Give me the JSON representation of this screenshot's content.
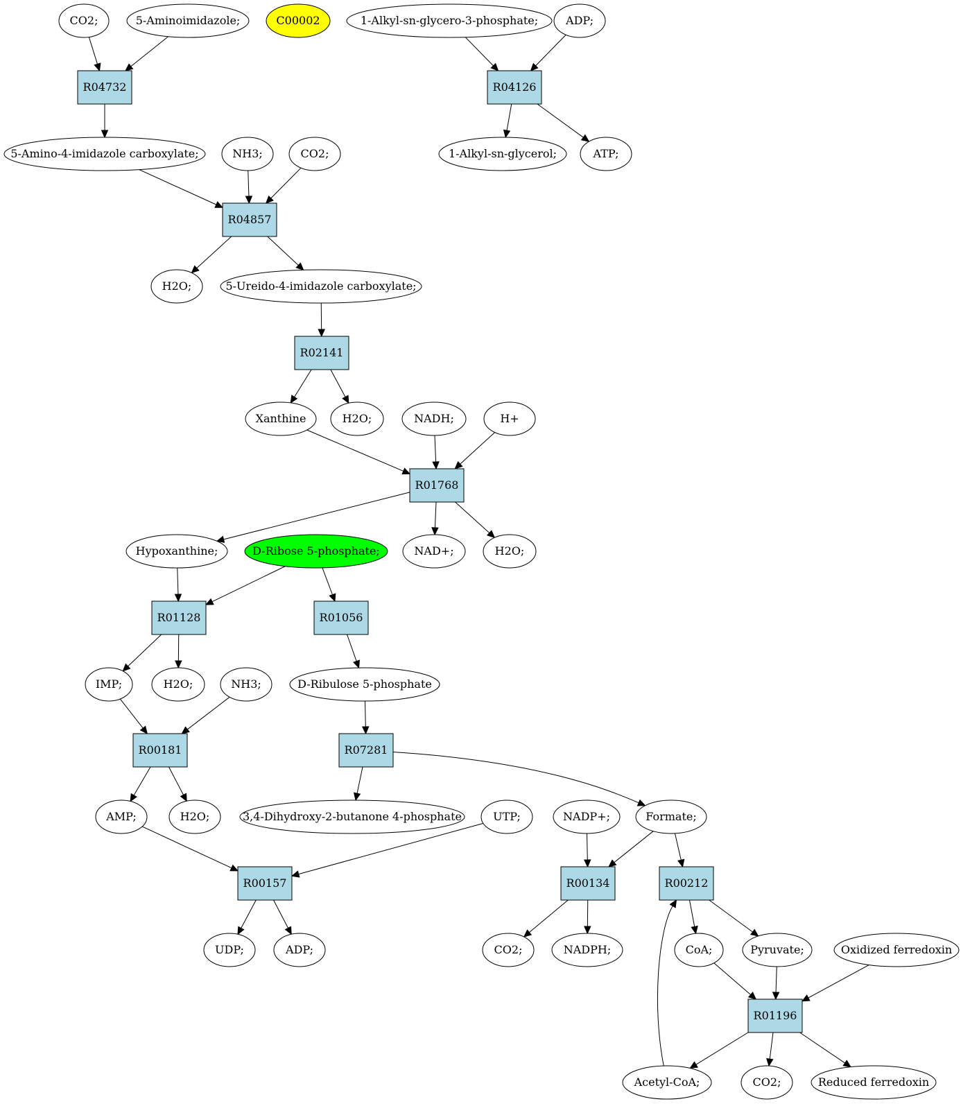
{
  "colors": {
    "reaction_fill": "#add8e6",
    "compound_fill": "#ffffff",
    "highlight_yellow": "#ffff00",
    "highlight_green": "#00ff00",
    "stroke": "#000000"
  },
  "compounds": {
    "co2_a": {
      "label": "CO2;"
    },
    "aminoimidazole": {
      "label": "5-Aminoimidazole;"
    },
    "c00002": {
      "label": "C00002",
      "fill": "#ffff00"
    },
    "alkyl_gp": {
      "label": "1-Alkyl-sn-glycero-3-phosphate;"
    },
    "adp_a": {
      "label": "ADP;"
    },
    "aicarb": {
      "label": "5-Amino-4-imidazole carboxylate;"
    },
    "nh3_a": {
      "label": "NH3;"
    },
    "co2_b": {
      "label": "CO2;"
    },
    "alkyl_g": {
      "label": "1-Alkyl-sn-glycerol;"
    },
    "atp": {
      "label": "ATP;"
    },
    "h2o_a": {
      "label": "H2O;"
    },
    "ureido": {
      "label": "5-Ureido-4-imidazole carboxylate;"
    },
    "xanthine": {
      "label": "Xanthine"
    },
    "h2o_b": {
      "label": "H2O;"
    },
    "nadh": {
      "label": "NADH;"
    },
    "hplus": {
      "label": "H+"
    },
    "hypoxanthine": {
      "label": "Hypoxanthine;"
    },
    "ribose5p": {
      "label": "D-Ribose 5-phosphate;",
      "fill": "#00ff00"
    },
    "nadplus": {
      "label": "NAD+;"
    },
    "h2o_c": {
      "label": "H2O;"
    },
    "imp": {
      "label": "IMP;"
    },
    "h2o_d": {
      "label": "H2O;"
    },
    "nh3_b": {
      "label": "NH3;"
    },
    "ribulose5p": {
      "label": "D-Ribulose 5-phosphate"
    },
    "amp": {
      "label": "AMP;"
    },
    "h2o_e": {
      "label": "H2O;"
    },
    "dhbp": {
      "label": "3,4-Dihydroxy-2-butanone 4-phosphate"
    },
    "utp": {
      "label": "UTP;"
    },
    "nadpplus": {
      "label": "NADP+;"
    },
    "formate": {
      "label": "Formate;"
    },
    "udp": {
      "label": "UDP;"
    },
    "adp_b": {
      "label": "ADP;"
    },
    "co2_c": {
      "label": "CO2;"
    },
    "nadph": {
      "label": "NADPH;"
    },
    "coa": {
      "label": "CoA;"
    },
    "pyruvate": {
      "label": "Pyruvate;"
    },
    "oxfd": {
      "label": "Oxidized ferredoxin"
    },
    "acetylcoa": {
      "label": "Acetyl-CoA;"
    },
    "co2_d": {
      "label": "CO2;"
    },
    "redfd": {
      "label": "Reduced ferredoxin"
    }
  },
  "reactions": {
    "R04732": {
      "label": "R04732"
    },
    "R04126": {
      "label": "R04126"
    },
    "R04857": {
      "label": "R04857"
    },
    "R02141": {
      "label": "R02141"
    },
    "R01768": {
      "label": "R01768"
    },
    "R01128": {
      "label": "R01128"
    },
    "R01056": {
      "label": "R01056"
    },
    "R00181": {
      "label": "R00181"
    },
    "R07281": {
      "label": "R07281"
    },
    "R00157": {
      "label": "R00157"
    },
    "R00134": {
      "label": "R00134"
    },
    "R00212": {
      "label": "R00212"
    },
    "R01196": {
      "label": "R01196"
    }
  },
  "edges": [
    {
      "from": "co2_a",
      "to": "R04732"
    },
    {
      "from": "aminoimidazole",
      "to": "R04732"
    },
    {
      "from": "R04732",
      "to": "aicarb"
    },
    {
      "from": "alkyl_gp",
      "to": "R04126"
    },
    {
      "from": "adp_a",
      "to": "R04126"
    },
    {
      "from": "R04126",
      "to": "alkyl_g"
    },
    {
      "from": "R04126",
      "to": "atp"
    },
    {
      "from": "aicarb",
      "to": "R04857"
    },
    {
      "from": "nh3_a",
      "to": "R04857"
    },
    {
      "from": "co2_b",
      "to": "R04857"
    },
    {
      "from": "R04857",
      "to": "h2o_a"
    },
    {
      "from": "R04857",
      "to": "ureido"
    },
    {
      "from": "ureido",
      "to": "R02141"
    },
    {
      "from": "R02141",
      "to": "xanthine"
    },
    {
      "from": "R02141",
      "to": "h2o_b"
    },
    {
      "from": "xanthine",
      "to": "R01768"
    },
    {
      "from": "nadh",
      "to": "R01768"
    },
    {
      "from": "hplus",
      "to": "R01768"
    },
    {
      "from": "R01768",
      "to": "hypoxanthine"
    },
    {
      "from": "R01768",
      "to": "nadplus"
    },
    {
      "from": "R01768",
      "to": "h2o_c"
    },
    {
      "from": "hypoxanthine",
      "to": "R01128"
    },
    {
      "from": "ribose5p",
      "to": "R01128"
    },
    {
      "from": "ribose5p",
      "to": "R01056"
    },
    {
      "from": "R01128",
      "to": "imp"
    },
    {
      "from": "R01128",
      "to": "h2o_d"
    },
    {
      "from": "R01056",
      "to": "ribulose5p"
    },
    {
      "from": "imp",
      "to": "R00181"
    },
    {
      "from": "nh3_b",
      "to": "R00181"
    },
    {
      "from": "ribulose5p",
      "to": "R07281"
    },
    {
      "from": "R00181",
      "to": "amp"
    },
    {
      "from": "R00181",
      "to": "h2o_e"
    },
    {
      "from": "R07281",
      "to": "dhbp"
    },
    {
      "from": "R07281",
      "to": "formate"
    },
    {
      "from": "amp",
      "to": "R00157"
    },
    {
      "from": "utp",
      "to": "R00157"
    },
    {
      "from": "nadpplus",
      "to": "R00134"
    },
    {
      "from": "formate",
      "to": "R00134"
    },
    {
      "from": "formate",
      "to": "R00212"
    },
    {
      "from": "R00157",
      "to": "udp"
    },
    {
      "from": "R00157",
      "to": "adp_b"
    },
    {
      "from": "R00134",
      "to": "co2_c"
    },
    {
      "from": "R00134",
      "to": "nadph"
    },
    {
      "from": "R00212",
      "to": "coa"
    },
    {
      "from": "R00212",
      "to": "pyruvate"
    },
    {
      "from": "coa",
      "to": "R01196"
    },
    {
      "from": "pyruvate",
      "to": "R01196"
    },
    {
      "from": "oxfd",
      "to": "R01196"
    },
    {
      "from": "R01196",
      "to": "acetylcoa"
    },
    {
      "from": "R01196",
      "to": "co2_d"
    },
    {
      "from": "R01196",
      "to": "redfd"
    },
    {
      "from": "acetylcoa",
      "to": "R00212"
    }
  ]
}
